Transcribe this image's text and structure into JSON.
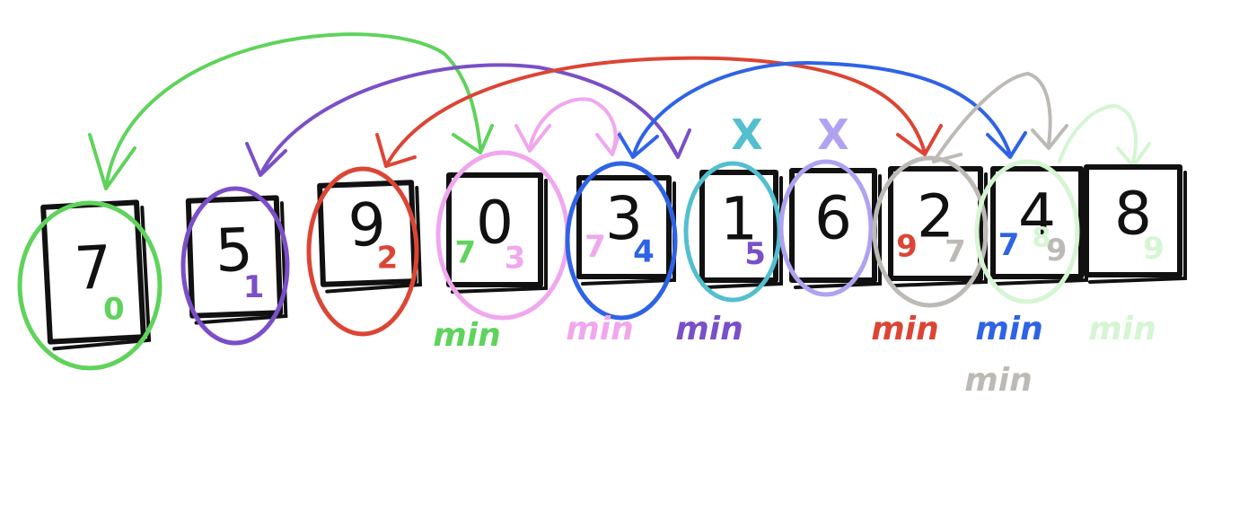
{
  "colors": {
    "ink": "#111111",
    "green": "#5fd35b",
    "purple": "#7a4fc7",
    "red": "#dc4534",
    "pink": "#f0a7ee",
    "blue": "#2f63e6",
    "cyan": "#53bfcf",
    "lavender": "#b0a2f0",
    "gray": "#bdbab5",
    "palegreen": "#d5f5d3"
  },
  "cells": [
    {
      "value": "7",
      "mark": "0",
      "mark_color": "green"
    },
    {
      "value": "5",
      "mark": "1",
      "mark_color": "purple"
    },
    {
      "value": "9",
      "mark": "2",
      "mark_color": "red"
    },
    {
      "value": "0",
      "mark": "3",
      "mark_color": "pink",
      "mark2": "7",
      "mark2_color": "green"
    },
    {
      "value": "3",
      "mark": "4",
      "mark_color": "blue",
      "mark2": "7",
      "mark2_color": "pink"
    },
    {
      "value": "1",
      "mark": "5",
      "mark_color": "purple"
    },
    {
      "value": "6",
      "mark": "",
      "mark_color": "ink"
    },
    {
      "value": "2",
      "mark": "7",
      "mark_color": "gray",
      "mark2": "9",
      "mark2_color": "red"
    },
    {
      "value": "4",
      "mark": "9",
      "mark_color": "gray",
      "mark2": "7",
      "mark2_color": "blue",
      "mark3": "8",
      "mark3_color": "palegreen"
    },
    {
      "value": "8",
      "mark": "9",
      "mark_color": "palegreen"
    }
  ],
  "min_labels": [
    {
      "text": "min",
      "color": "green"
    },
    {
      "text": "min",
      "color": "pink"
    },
    {
      "text": "min",
      "color": "purple"
    },
    {
      "text": "min",
      "color": "red"
    },
    {
      "text": "min",
      "color": "blue"
    },
    {
      "text": "min",
      "color": "gray"
    },
    {
      "text": "min",
      "color": "palegreen"
    }
  ],
  "cross_marks": [
    {
      "text": "X",
      "color": "cyan"
    },
    {
      "text": "X",
      "color": "lavender"
    }
  ]
}
